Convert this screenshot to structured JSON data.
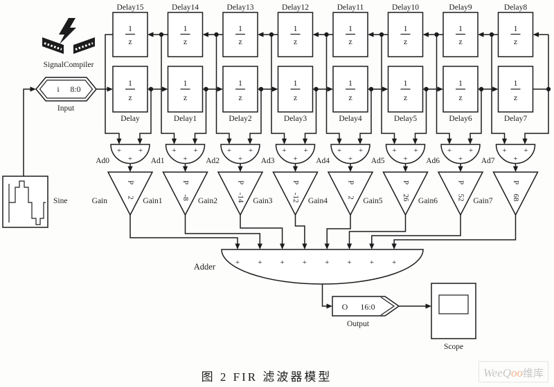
{
  "diagram": {
    "signal_compiler": {
      "label": "SignalCompiler"
    },
    "input": {
      "text": "i",
      "range": "8:0",
      "label": "Input"
    },
    "sine": {
      "label": "Sine"
    },
    "delay_fraction": {
      "numerator": "1",
      "denominator": "z"
    },
    "plus": "+",
    "gain_param": "P",
    "columns": [
      {
        "top_label": "Delay15",
        "bottom_label": "Delay",
        "adder_label": "Ad0",
        "gain_label": "Gain",
        "gain_value": "2"
      },
      {
        "top_label": "Delay14",
        "bottom_label": "Delay1",
        "adder_label": "Ad1",
        "gain_label": "Gain1",
        "gain_value": "-8"
      },
      {
        "top_label": "Delay13",
        "bottom_label": "Delay2",
        "adder_label": "Ad2",
        "gain_label": "Gain2",
        "gain_value": "-14"
      },
      {
        "top_label": "Delay12",
        "bottom_label": "Delay3",
        "adder_label": "Ad3",
        "gain_label": "Gain3",
        "gain_value": "-12"
      },
      {
        "top_label": "Delay11",
        "bottom_label": "Delay4",
        "adder_label": "Ad4",
        "gain_label": "Gain4",
        "gain_value": "2"
      },
      {
        "top_label": "Delay10",
        "bottom_label": "Delay5",
        "adder_label": "Ad5",
        "gain_label": "Gain5",
        "gain_value": "26"
      },
      {
        "top_label": "Delay9",
        "bottom_label": "Delay6",
        "adder_label": "Ad6",
        "gain_label": "Gain6",
        "gain_value": "52"
      },
      {
        "top_label": "Delay8",
        "bottom_label": "Delay7",
        "adder_label": "Ad7",
        "gain_label": "Gain7",
        "gain_value": "68"
      }
    ],
    "adder": {
      "label": "Adder"
    },
    "output": {
      "text": "O",
      "range": "16:0",
      "label": "Output"
    },
    "scope": {
      "label": "Scope"
    }
  },
  "caption": "图 2  FIR 滤波器模型",
  "watermark": {
    "prefix": "WeeQ",
    "mid": "oo",
    "suffix": "维库"
  },
  "colors": {
    "line": "#1c1c1c",
    "background": "#fdfdfc",
    "watermark_text": "#c6c6c6",
    "watermark_oo": "#f2b18c",
    "watermark_border": "#e4e4e4"
  }
}
